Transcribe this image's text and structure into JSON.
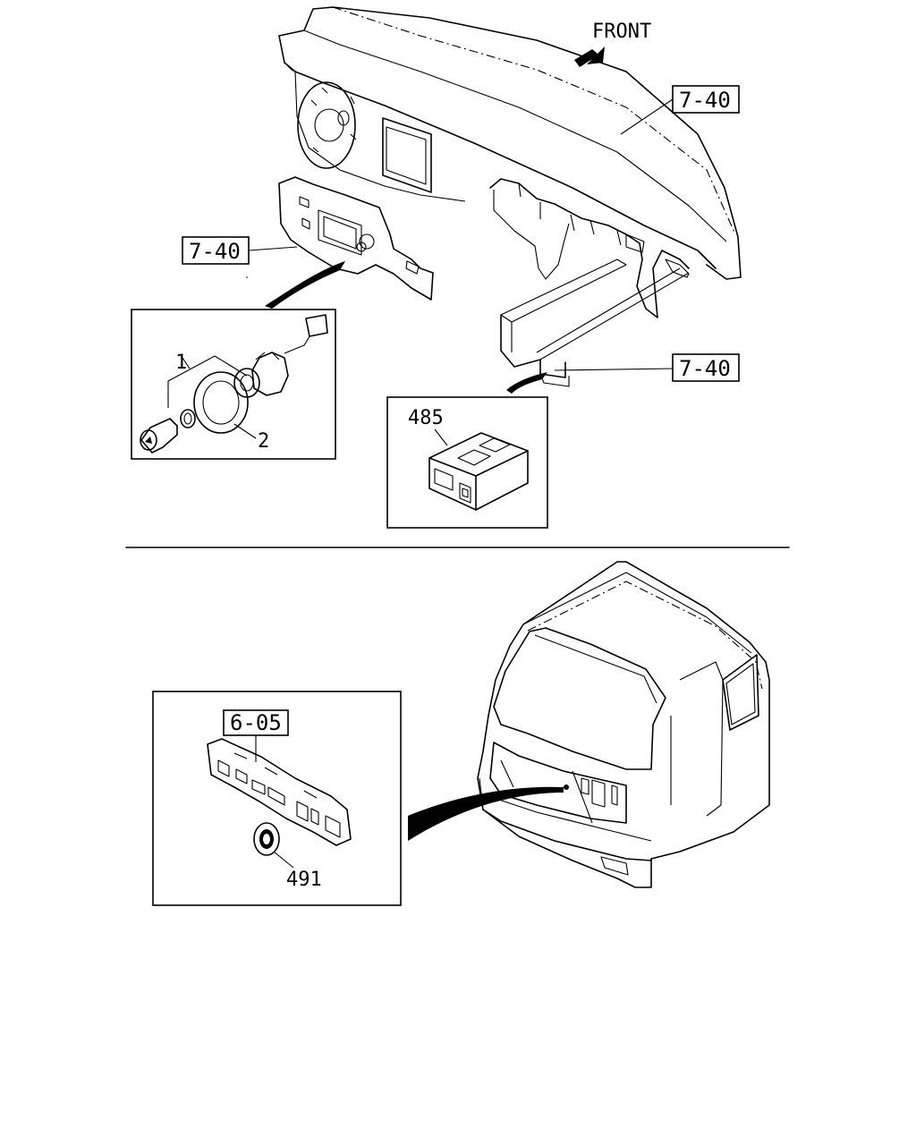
{
  "direction_label": "FRONT",
  "references": {
    "dash_top": "7-40",
    "dash_left": "7-40",
    "dash_bracket": "7-40",
    "grille_panel": "6-05"
  },
  "parts": {
    "socket_assembly": "1",
    "bezel_ring": "2",
    "switch_unit": "485",
    "grommet": "491"
  },
  "colors": {
    "ink": "#000000",
    "paper": "#ffffff"
  }
}
